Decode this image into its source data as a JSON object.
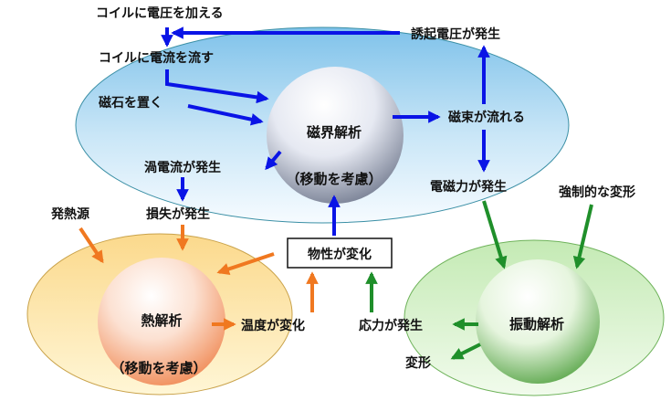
{
  "colors": {
    "magnetic": "#0a14e6",
    "thermal": "#f07820",
    "structural": "#1f8f2a"
  },
  "magnetic_analysis": {
    "title": "磁界解析",
    "subtitle": "（移動を考慮）"
  },
  "thermal_analysis": {
    "title": "熱解析",
    "subtitle": "（移動を考慮）"
  },
  "vibration_analysis": {
    "title": "振動解析"
  },
  "labels": {
    "apply_voltage": "コイルに電圧を加える",
    "apply_current": "コイルに電流を流す",
    "place_magnet": "磁石を置く",
    "eddy_current": "渦電流が発生",
    "loss": "損失が発生",
    "induced_voltage": "誘起電圧が発生",
    "flux_flow": "磁束が流れる",
    "em_force": "電磁力が発生",
    "forced_deformation": "強制的な変形",
    "heat_source": "発熱源",
    "temperature_change": "温度が変化",
    "property_change": "物性が変化",
    "stress": "応力が発生",
    "deformation": "変形"
  }
}
